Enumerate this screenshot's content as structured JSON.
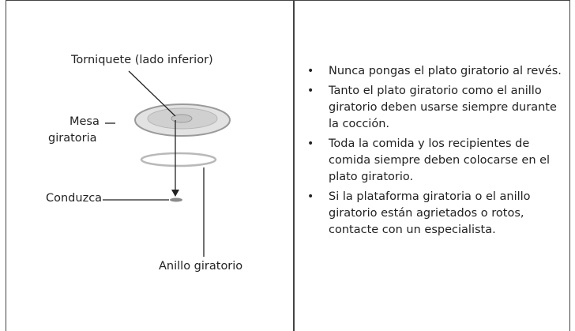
{
  "diagram": {
    "labels": {
      "turntable_underside": "Torniquete (lado inferior)",
      "table_line1": "Mesa",
      "table_line2": "giratoria",
      "lead": "Conduzca",
      "ring": "Anillo giratorio"
    }
  },
  "notes": [
    "Nunca pongas el plato giratorio al revés.",
    "Tanto el plato giratorio como el anillo giratorio deben usarse siempre durante la cocción.",
    "Toda la comida y los recipientes de comida siempre deben colocarse en el plato giratorio.",
    "Si la plataforma giratoria o el anillo giratorio están agrietados o rotos, contacte con un especialista."
  ],
  "bullet_symbol": "•",
  "colors": {
    "line": "#222222",
    "plate": "#d9d9d9",
    "plate_edge": "#9a9a9a"
  }
}
